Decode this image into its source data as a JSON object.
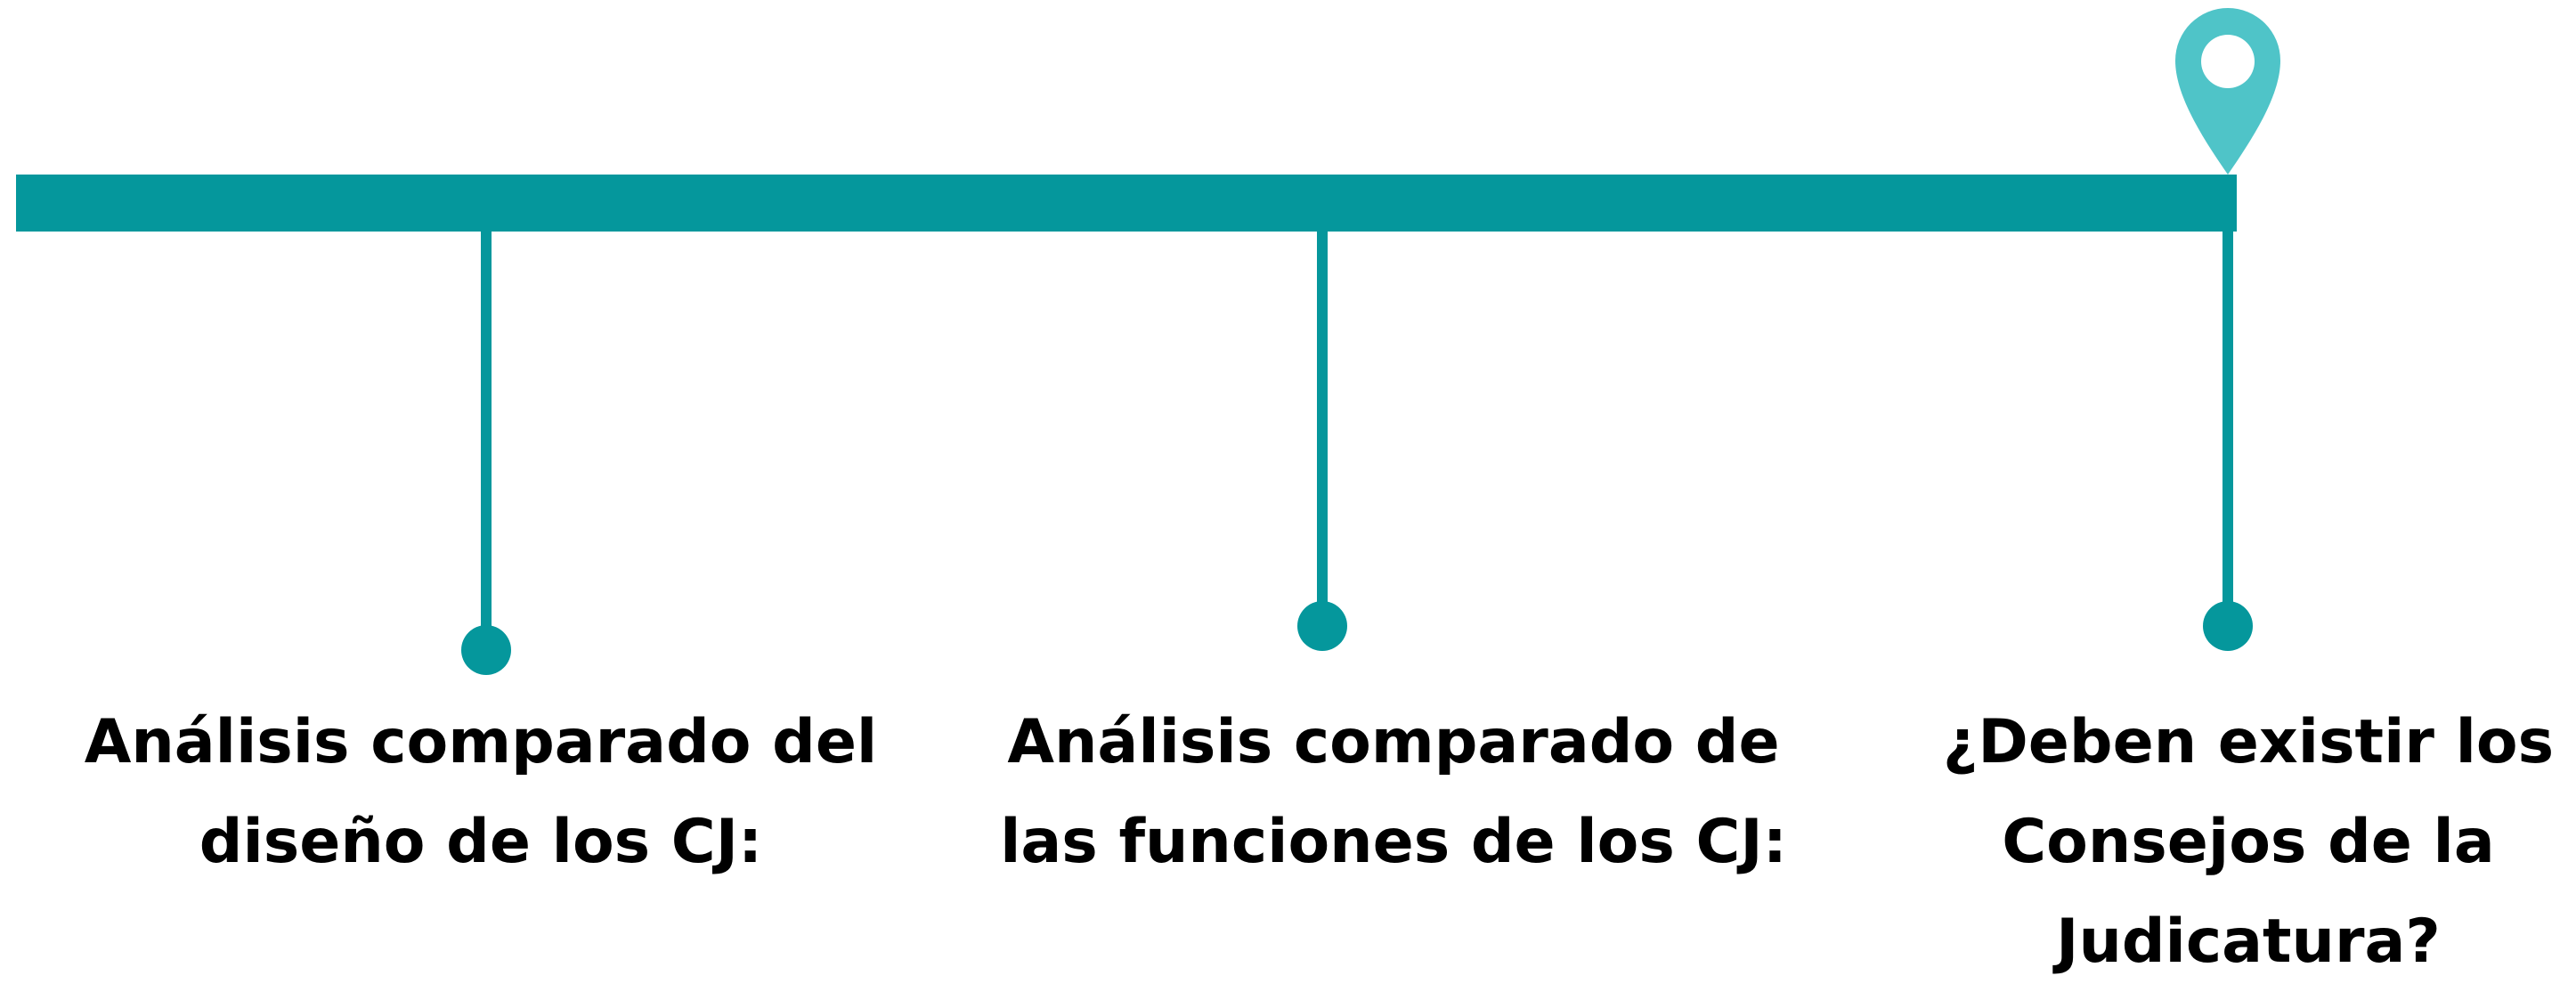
{
  "colors": {
    "timeline": "#05979c",
    "pin": "#4fc4c8",
    "pin_hole": "#ffffff",
    "text": "#000000"
  },
  "milestones": [
    {
      "lines": [
        "Análisis comparado del",
        "diseño de los CJ:"
      ]
    },
    {
      "lines": [
        "Análisis comparado de",
        "las funciones de los CJ:"
      ]
    },
    {
      "lines": [
        "¿Deben existir los",
        "Consejos de la",
        "Judicatura?"
      ]
    }
  ],
  "icons": {
    "current_marker": "map-pin-icon"
  }
}
